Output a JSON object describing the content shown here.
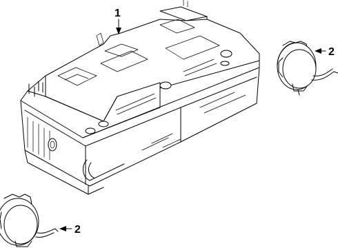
{
  "callouts": [
    {
      "id": "1",
      "label": "1"
    },
    {
      "id": "2a",
      "label": "2"
    },
    {
      "id": "2b",
      "label": "2"
    }
  ]
}
